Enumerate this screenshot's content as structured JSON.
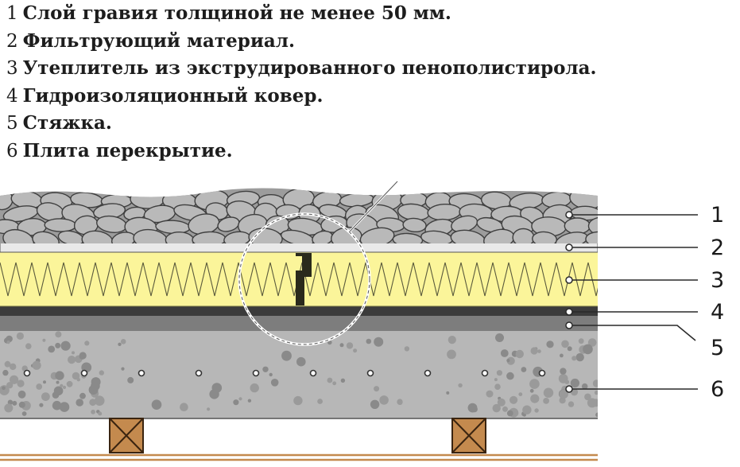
{
  "legend": [
    {
      "number": "1",
      "text": "Слой гравия толщиной не менее 50 мм."
    },
    {
      "number": "2",
      "text": "Фильтрующий материал."
    },
    {
      "number": "3",
      "text": "Утеплитель из экструдированного пенополистирола."
    },
    {
      "number": "4",
      "text": "Гидроизоляционный ковер."
    },
    {
      "number": "5",
      "text": "Стяжка."
    },
    {
      "number": "6",
      "text": "Плита перекрытие."
    }
  ],
  "callouts": [
    "1",
    "2",
    "3",
    "4",
    "5",
    "6"
  ],
  "colors": {
    "gravel": "#b9b9b9",
    "gravel_outline": "#3f3f3f",
    "filter": "#e9e9e9",
    "insulation": "#fbf59a",
    "waterproofing": "#3b3b3b",
    "screed": "#7d7d7d",
    "slab": "#b7b7b7",
    "beam": "#c48a4e"
  }
}
